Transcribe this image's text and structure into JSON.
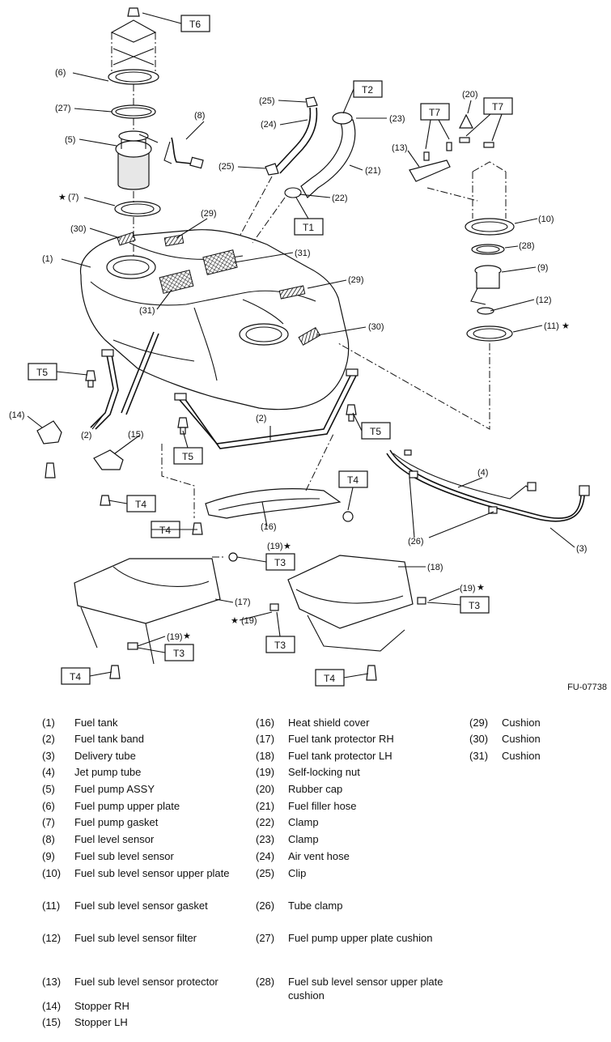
{
  "figure_code": "FU-07738",
  "torque_boxes": [
    "T1",
    "T2",
    "T3",
    "T4",
    "T5",
    "T6",
    "T7"
  ],
  "callouts": {
    "c1": "(1)",
    "c2": "(2)",
    "c3": "(3)",
    "c4": "(4)",
    "c5": "(5)",
    "c6": "(6)",
    "c7": "(7)",
    "c8": "(8)",
    "c9": "(9)",
    "c10": "(10)",
    "c11": "(11)",
    "c12": "(12)",
    "c13": "(13)",
    "c14": "(14)",
    "c15": "(15)",
    "c16": "(16)",
    "c17": "(17)",
    "c18": "(18)",
    "c19": "(19)",
    "c20": "(20)",
    "c21": "(21)",
    "c22": "(22)",
    "c23": "(23)",
    "c24": "(24)",
    "c25": "(25)",
    "c26": "(26)",
    "c27": "(27)",
    "c28": "(28)",
    "c29": "(29)",
    "c30": "(30)",
    "c31": "(31)"
  },
  "star": "★",
  "legend": [
    {
      "num": "(1)",
      "text": "Fuel tank"
    },
    {
      "num": "(2)",
      "text": "Fuel tank band"
    },
    {
      "num": "(3)",
      "text": "Delivery tube"
    },
    {
      "num": "(4)",
      "text": "Jet pump tube"
    },
    {
      "num": "(5)",
      "text": "Fuel pump ASSY"
    },
    {
      "num": "(6)",
      "text": "Fuel pump upper plate"
    },
    {
      "num": "(7)",
      "text": "Fuel pump gasket"
    },
    {
      "num": "(8)",
      "text": "Fuel level sensor"
    },
    {
      "num": "(9)",
      "text": "Fuel sub level sensor"
    },
    {
      "num": "(10)",
      "text": "Fuel sub level sensor upper plate"
    },
    {
      "num": "(11)",
      "text": "Fuel sub level sensor gasket"
    },
    {
      "num": "(12)",
      "text": "Fuel sub level sensor filter"
    },
    {
      "num": "(13)",
      "text": "Fuel sub level sensor protector"
    },
    {
      "num": "(14)",
      "text": "Stopper RH"
    },
    {
      "num": "(15)",
      "text": "Stopper LH"
    },
    {
      "num": "(16)",
      "text": "Heat shield cover"
    },
    {
      "num": "(17)",
      "text": "Fuel tank protector RH"
    },
    {
      "num": "(18)",
      "text": "Fuel tank protector LH"
    },
    {
      "num": "(19)",
      "text": "Self-locking nut"
    },
    {
      "num": "(20)",
      "text": "Rubber cap"
    },
    {
      "num": "(21)",
      "text": "Fuel filler hose"
    },
    {
      "num": "(22)",
      "text": "Clamp"
    },
    {
      "num": "(23)",
      "text": "Clamp"
    },
    {
      "num": "(24)",
      "text": "Air vent hose"
    },
    {
      "num": "(25)",
      "text": "Clip"
    },
    {
      "num": "(26)",
      "text": "Tube clamp"
    },
    {
      "num": "(27)",
      "text": "Fuel pump upper plate cushion"
    },
    {
      "num": "(28)",
      "text": "Fuel sub level sensor upper plate cushion"
    },
    {
      "num": "(29)",
      "text": "Cushion"
    },
    {
      "num": "(30)",
      "text": "Cushion"
    },
    {
      "num": "(31)",
      "text": "Cushion"
    }
  ]
}
